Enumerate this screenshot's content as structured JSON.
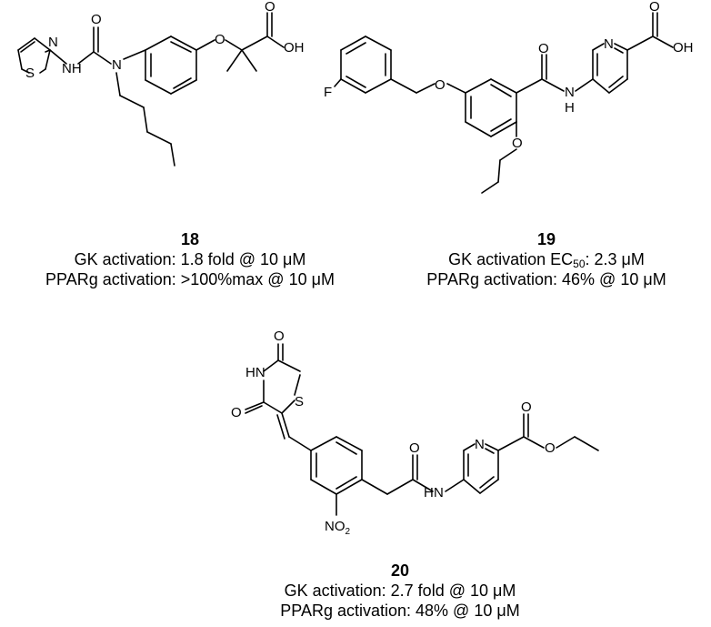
{
  "compounds": [
    {
      "id": "18",
      "lines": [
        "GK activation: 1.8 fold @ 10 μM",
        "PPARg activation: >100%max @ 10 μM"
      ]
    },
    {
      "id": "19",
      "gk_prefix": "GK activation EC",
      "gk_sub": "50",
      "gk_suffix": ": 2.3 μM",
      "lines": [
        "PPARg activation: 46% @ 10 μM"
      ]
    },
    {
      "id": "20",
      "lines": [
        "GK activation: 2.7 fold @ 10 μM",
        "PPARg activation: 48% @ 10 μM"
      ]
    }
  ],
  "atoms": {
    "s18_ring": "S",
    "n18_ring": "N",
    "nh18": "NH",
    "n18": "N",
    "o18_urea": "O",
    "o18_ether": "O",
    "o18_acid": "O",
    "oh18": "OH",
    "f19": "F",
    "o19_ether": "O",
    "o19_amide": "O",
    "nh19": "N",
    "h19": "H",
    "n19_pyr": "N",
    "o19_acid": "O",
    "oh19": "OH",
    "o19_propoxy": "O",
    "o20_top": "O",
    "hn20": "HN",
    "s20": "S",
    "o20_left": "O",
    "no2_20": "NO",
    "no2_sub": "2",
    "o20_amide": "O",
    "nh20": "N",
    "h20": "H",
    "n20_pyr": "N",
    "o20_ester_co": "O",
    "o20_ester": "O"
  }
}
